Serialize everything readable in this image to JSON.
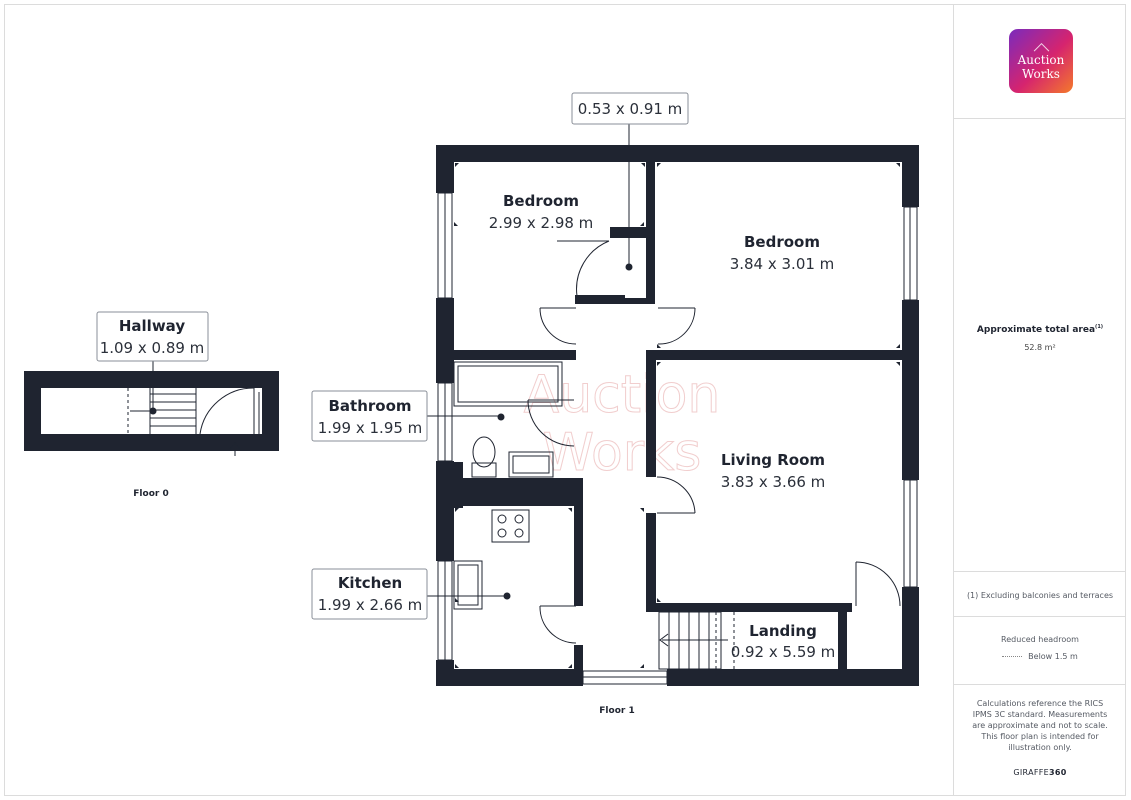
{
  "brand": {
    "logo_line1": "Auction",
    "logo_line2": "Works",
    "watermark_line1": "Auction",
    "watermark_line2": "Works",
    "footer_prefix": "GIRAFFE",
    "footer_suffix": "360"
  },
  "rooms": {
    "bedroom1": {
      "name": "Bedroom",
      "dims": "2.99 x 2.98 m"
    },
    "bedroom2": {
      "name": "Bedroom",
      "dims": "3.84 x 3.01 m"
    },
    "cupboard": {
      "dims": "0.53 x 0.91 m"
    },
    "bathroom": {
      "name": "Bathroom",
      "dims": "1.99 x 1.95 m"
    },
    "living": {
      "name": "Living Room",
      "dims": "3.83 x 3.66 m"
    },
    "kitchen": {
      "name": "Kitchen",
      "dims": "1.99 x 2.66 m"
    },
    "landing": {
      "name": "Landing",
      "dims": "0.92 x 5.59 m"
    },
    "hallway": {
      "name": "Hallway",
      "dims": "1.09 x 0.89 m"
    }
  },
  "floors": {
    "floor0": "Floor 0",
    "floor1": "Floor 1"
  },
  "sidebar": {
    "total_title": "Approximate total area",
    "total_note_mark": "(1)",
    "total_value": "52.8 m²",
    "footnote": "(1) Excluding balconies and terraces",
    "headroom_title": "Reduced headroom",
    "headroom_legend": "Below 1.5 m",
    "disclaimer": "Calculations reference the RICS IPMS 3C standard. Measurements are approximate and not to scale. This floor plan is intended for illustration only."
  },
  "colors": {
    "wall": "#1f2430",
    "line": "#1f2430",
    "watermark": "#f4d6d6",
    "border": "#dcdcdc"
  }
}
